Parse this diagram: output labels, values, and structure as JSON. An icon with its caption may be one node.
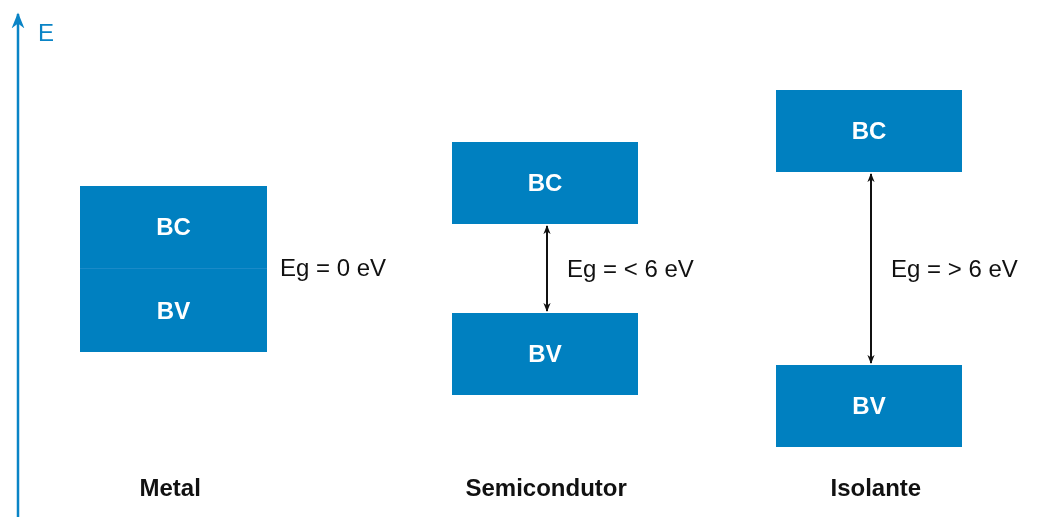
{
  "diagram": {
    "nodes": [
      {
        "text": [
          "BC"
        ]
      },
      {
        "text": [
          "BV"
        ]
      },
      {
        "text": [
          "BC"
        ]
      },
      {
        "text": [
          "BV"
        ]
      },
      {
        "text": [
          "BC"
        ]
      },
      {
        "text": [
          "BV"
        ]
      }
    ],
    "edges": [
      {
        "from": 2,
        "to": 3,
        "arrow": "both",
        "label": "Eg = < 6 eV"
      },
      {
        "from": 4,
        "to": 5,
        "arrow": "both",
        "label": "Eg = > 6 eV"
      }
    ],
    "labels": [
      "E",
      "Eg = 0 eV",
      "Metal",
      "Semicondutor",
      "Isolante"
    ]
  }
}
